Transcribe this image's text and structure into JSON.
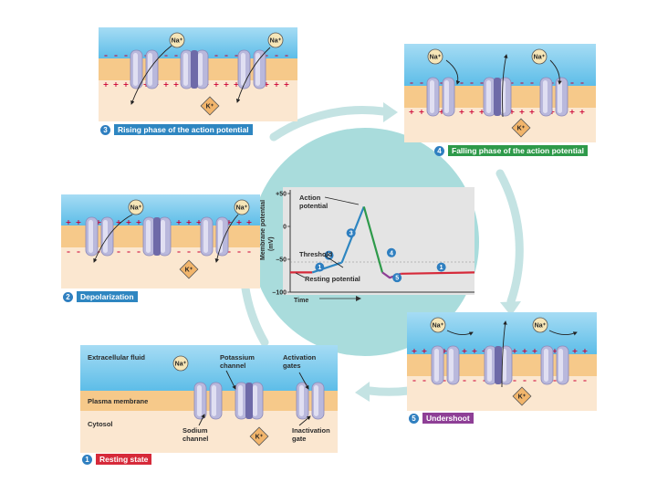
{
  "ions": {
    "na": "Na⁺",
    "k": "K⁺"
  },
  "stages": [
    {
      "num": "1",
      "label": "Resting state",
      "color": "#d62a3a"
    },
    {
      "num": "2",
      "label": "Depolarization",
      "color": "#2e86c1"
    },
    {
      "num": "3",
      "label": "Rising phase of the action potential",
      "color": "#2e86c1"
    },
    {
      "num": "4",
      "label": "Falling phase of the action potential",
      "color": "#2e9a4a"
    },
    {
      "num": "5",
      "label": "Undershoot",
      "color": "#8e3f96"
    }
  ],
  "resting_labels": {
    "extracellular": "Extracellular fluid",
    "membrane": "Plasma membrane",
    "cytosol": "Cytosol",
    "potassium_channel": [
      "Potassium",
      "channel"
    ],
    "activation_gates": [
      "Activation",
      "gates"
    ],
    "sodium_channel": [
      "Sodium",
      "channel"
    ],
    "inactivation_gate": [
      "Inactivation",
      "gate"
    ]
  },
  "graph": {
    "ylabel": [
      "Membrane potential",
      "(mV)"
    ],
    "xlabel": "Time",
    "ticks": [
      "+50",
      "0",
      "–50",
      "–100"
    ],
    "labels": {
      "action_potential": [
        "Action",
        "potential"
      ],
      "threshold": "Threshold",
      "resting_potential": "Resting potential"
    },
    "markers": [
      "1",
      "2",
      "3",
      "4",
      "5",
      "1"
    ]
  },
  "chart_data": {
    "type": "line",
    "ylabel": "Membrane potential (mV)",
    "xlabel": "Time",
    "ylim": [
      -100,
      50
    ],
    "yticks": [
      50,
      0,
      -50,
      -100
    ],
    "series": [
      {
        "name": "Resting state",
        "segment": "1",
        "color": "#d62a3a",
        "points": [
          [
            0,
            -70
          ],
          [
            0.12,
            -70
          ]
        ]
      },
      {
        "name": "Depolarization",
        "segment": "2",
        "color": "#2e86c1",
        "points": [
          [
            0.12,
            -70
          ],
          [
            0.28,
            -55
          ]
        ]
      },
      {
        "name": "Rising phase",
        "segment": "3",
        "color": "#2e86c1",
        "points": [
          [
            0.28,
            -55
          ],
          [
            0.4,
            30
          ]
        ]
      },
      {
        "name": "Falling phase",
        "segment": "4",
        "color": "#2e9a4a",
        "points": [
          [
            0.4,
            30
          ],
          [
            0.5,
            -70
          ]
        ]
      },
      {
        "name": "Undershoot",
        "segment": "5",
        "color": "#8e3f96",
        "points": [
          [
            0.5,
            -70
          ],
          [
            0.54,
            -78
          ],
          [
            0.6,
            -72
          ]
        ]
      },
      {
        "name": "Resting state",
        "segment": "1",
        "color": "#d62a3a",
        "points": [
          [
            0.6,
            -72
          ],
          [
            1.0,
            -70
          ]
        ]
      }
    ],
    "threshold_mV": -55,
    "resting_mV": -70,
    "peak_mV": 30
  }
}
